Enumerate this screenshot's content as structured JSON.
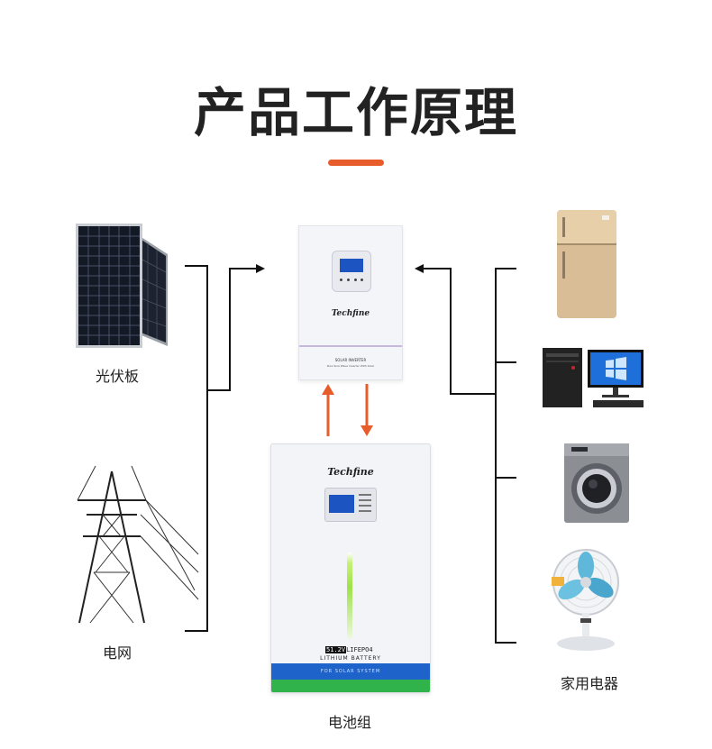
{
  "page": {
    "title": "产品工作原理"
  },
  "labels": {
    "solar_panel": "光伏板",
    "grid": "电网",
    "battery": "电池组",
    "appliances": "家用电器"
  },
  "inverter": {
    "brand": "Techfine",
    "line1": "SOLAR INVERTER",
    "line2": "Pure Sine Wave Inverter With Solar"
  },
  "battery": {
    "brand": "Techfine",
    "voltage": "51.2V",
    "chem": "LIFEPO4",
    "type": "LITHIUM BATTERY",
    "tagline": "FOR SOLAR SYSTEM"
  },
  "colors": {
    "accent": "#e85c2c",
    "battery_blue": "#1d63c9",
    "battery_green": "#2fb34a"
  }
}
